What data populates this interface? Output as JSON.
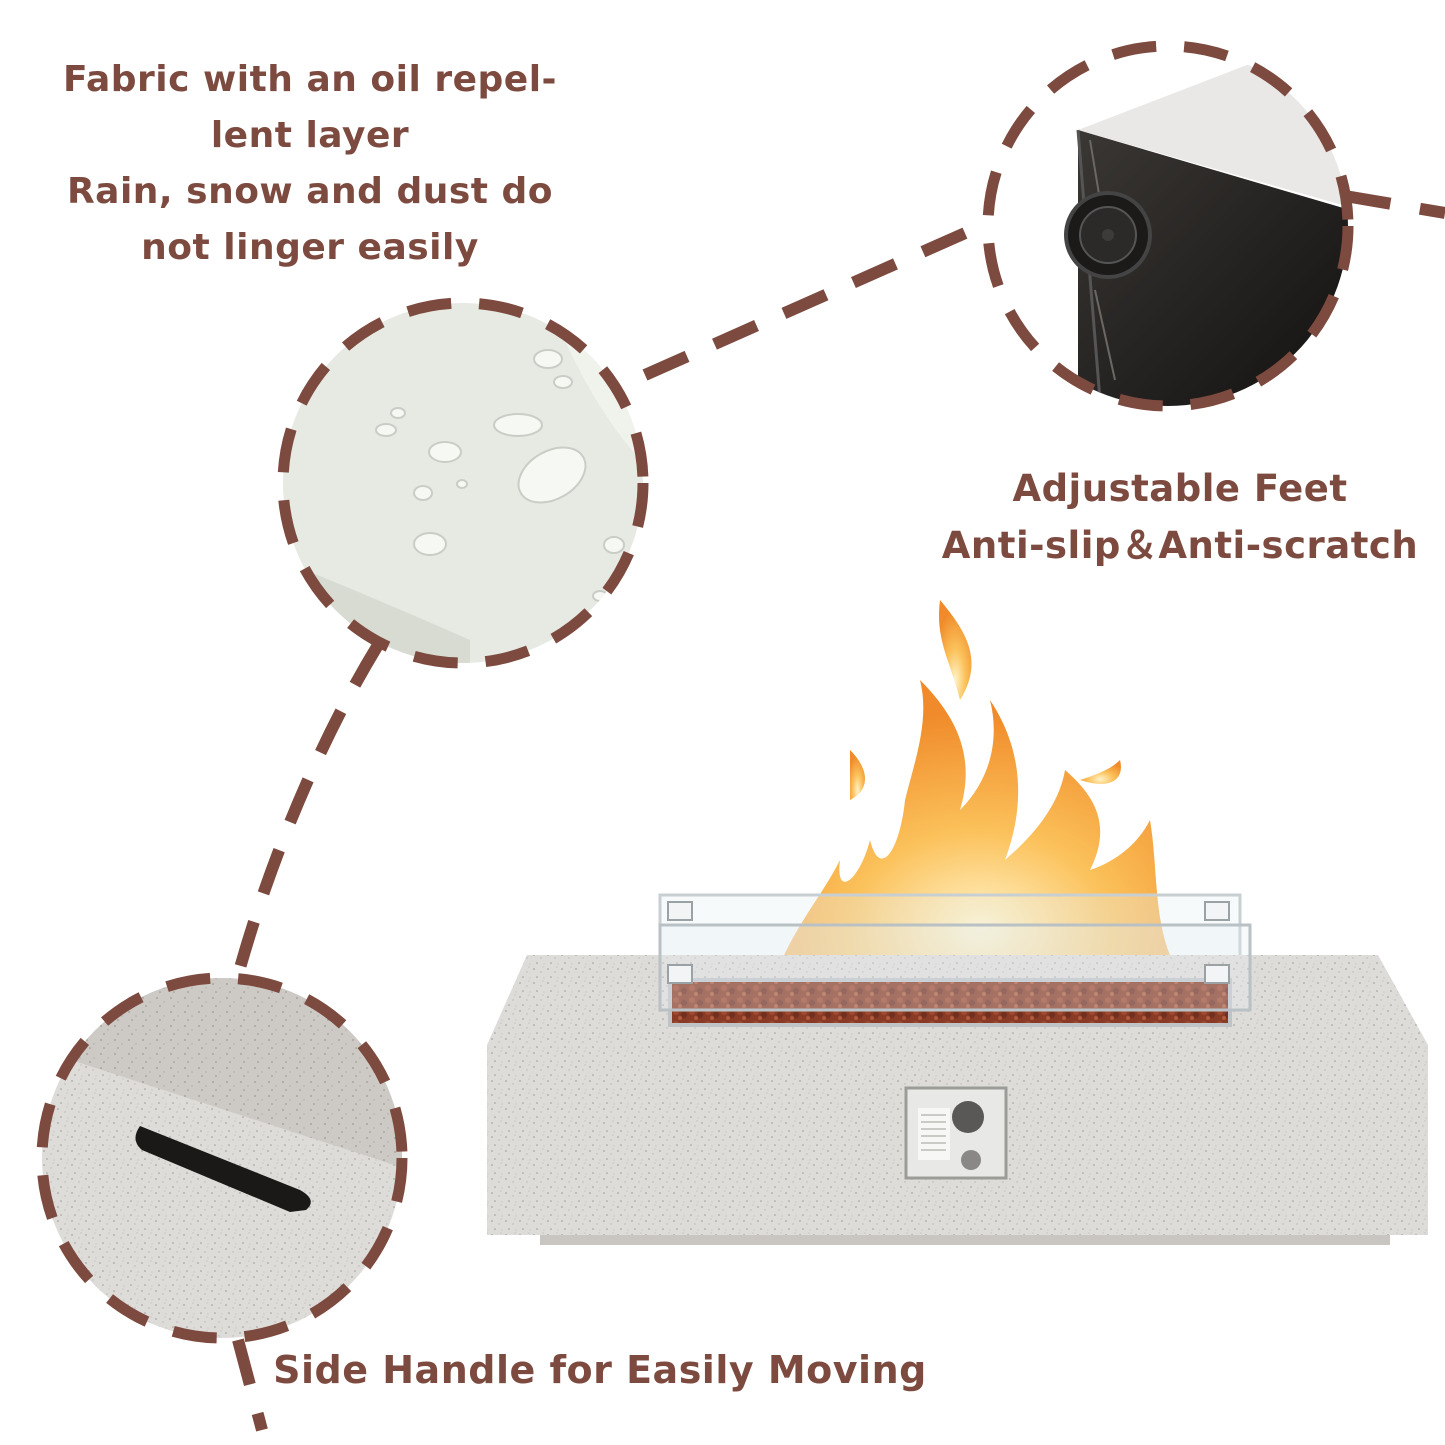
{
  "colors": {
    "accent": "#7d4a3f",
    "stone": "#dcdad7",
    "flame": "#f5a13a",
    "lava": "#8a3b26"
  },
  "callouts": {
    "fabric": {
      "lines": [
        "Fabric with an oil repel-",
        "lent layer",
        "Rain, snow and dust do",
        "not linger easily"
      ]
    },
    "feet": {
      "lines": [
        "Adjustable Feet",
        "Anti-slip＆Anti-scratch"
      ]
    },
    "handle": {
      "label": "Side Handle for Easily Moving"
    }
  }
}
